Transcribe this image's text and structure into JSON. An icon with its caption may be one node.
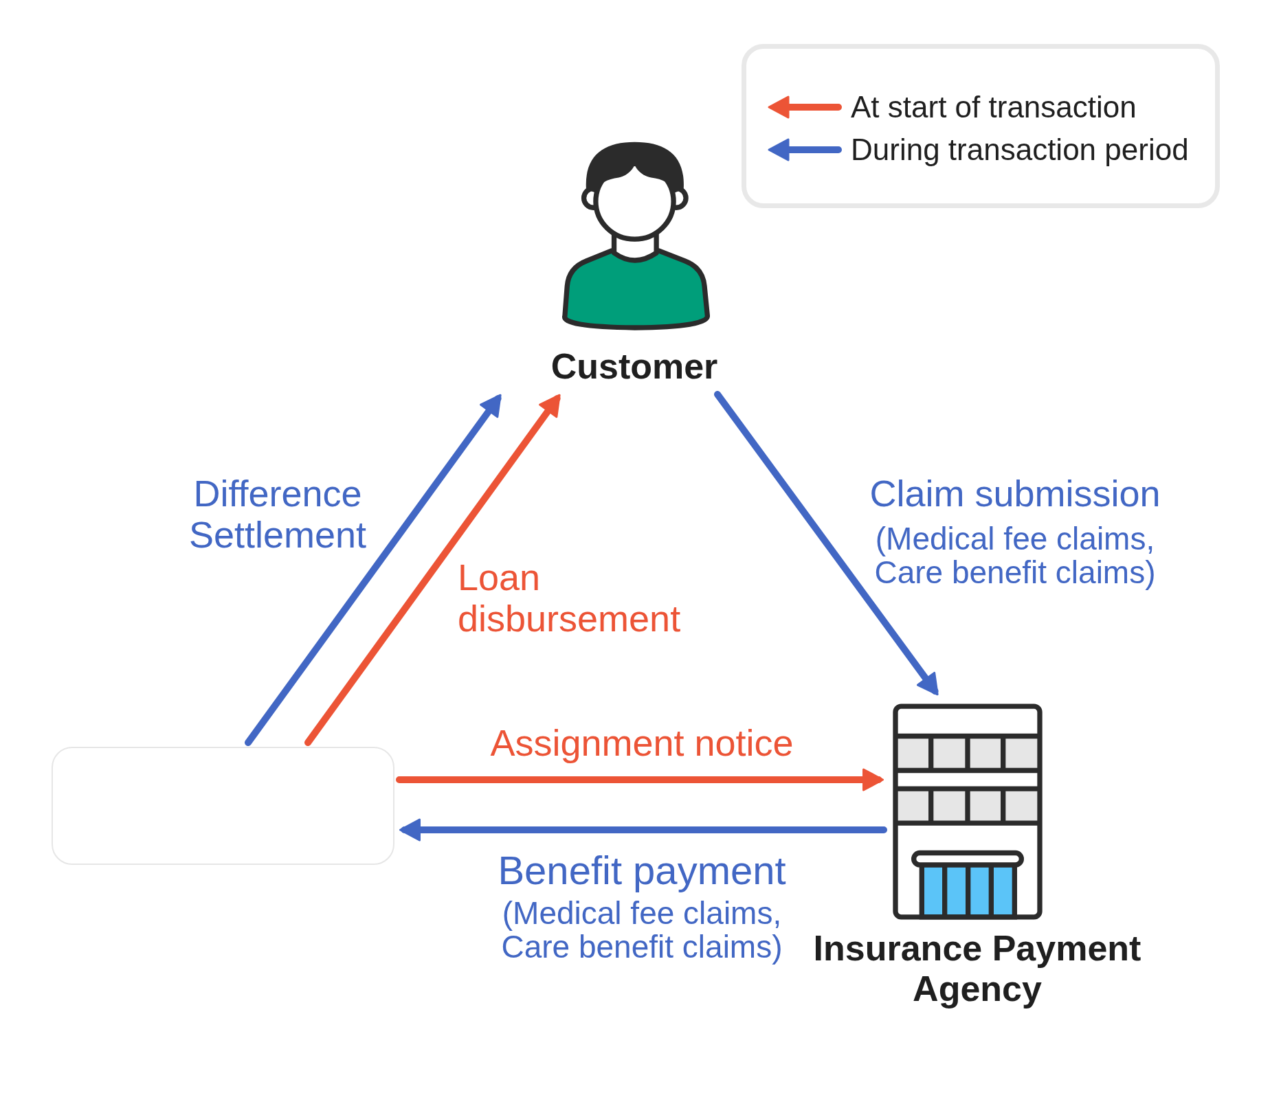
{
  "diagram": {
    "nodes": [
      {
        "text": [
          "Customer"
        ]
      },
      {
        "text": [],
        "shape": "box"
      },
      {
        "text": [
          "Insurance Payment Agency"
        ]
      }
    ],
    "edges": [
      {
        "from": 1,
        "to": 0,
        "arrow": "to",
        "label": "Difference Settlement"
      },
      {
        "from": 1,
        "to": 0,
        "arrow": "to",
        "label": "Loan disbursement",
        "color": "#ec5436"
      },
      {
        "from": 0,
        "to": 2,
        "arrow": "to",
        "label": "Claim submission"
      },
      {
        "from": 1,
        "to": 2,
        "arrow": "to",
        "label": "Assignment notice",
        "color": "#ec5436"
      },
      {
        "from": 2,
        "to": 1,
        "arrow": "to",
        "label": "Benefit payment"
      }
    ],
    "labels": [
      "(Medical fee claims, Care benefit claims)",
      "(Medical fee claims, Care benefit claims)"
    ],
    "legend": [
      {
        "text": "At start of transaction",
        "color": "#ec5436"
      },
      {
        "text": "During transaction period",
        "color": "#4267c4"
      }
    ]
  }
}
